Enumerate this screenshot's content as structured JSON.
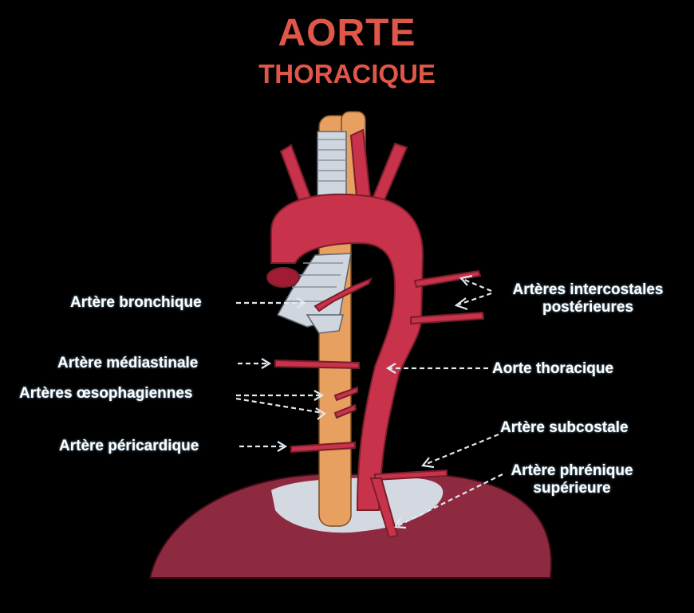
{
  "title": {
    "main": "AORTE",
    "sub": "THORACIQUE"
  },
  "labels": {
    "bronchial": "Artère bronchique",
    "mediastinal": "Artère médiastinale",
    "esophageal": "Artères œsophagiennes",
    "pericardial": "Artère péricardique",
    "intercostal_line1": "Artères intercostales",
    "intercostal_line2": "postérieures",
    "thoracic_aorta": "Aorte thoracique",
    "subcostal": "Artère subcostale",
    "phrenic_line1": "Artère phrénique",
    "phrenic_line2": "supérieure"
  },
  "colors": {
    "background": "#000000",
    "title": "#e0574a",
    "aorta": "#c8324a",
    "aorta_outline": "#7a1e2c",
    "diaphragm": "#8e2a40",
    "esophagus": "#e8a060",
    "trachea": "#cfd6de",
    "pleura": "#d8e2ea",
    "arrow": "#dfe9ef"
  }
}
